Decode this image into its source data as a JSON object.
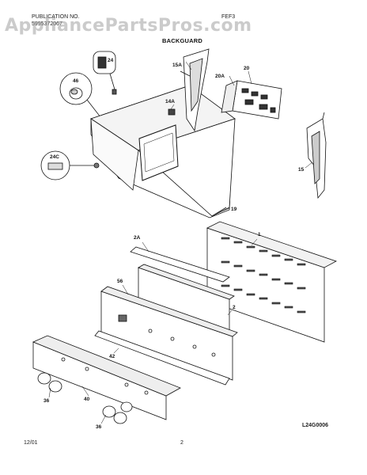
{
  "header": {
    "left_line1": "PUBLICATION NO.",
    "left_line2": "5995372067",
    "right_line1": "FEF3"
  },
  "watermark": "AppliancePartsPros.com",
  "title": "BACKGUARD",
  "callouts": {
    "c24": "24",
    "c46": "46",
    "c24c": "24C",
    "c15a": "15A",
    "c14a": "14A",
    "c20a": "20A",
    "c20": "20",
    "c15": "15",
    "c19": "19",
    "c1": "1",
    "c2a": "2A",
    "c56": "56",
    "c2": "2",
    "c42": "42",
    "c40": "40",
    "c36a": "36",
    "c36b": "36"
  },
  "footer": {
    "date": "12/01",
    "page": "2",
    "code": "L24G0006"
  }
}
